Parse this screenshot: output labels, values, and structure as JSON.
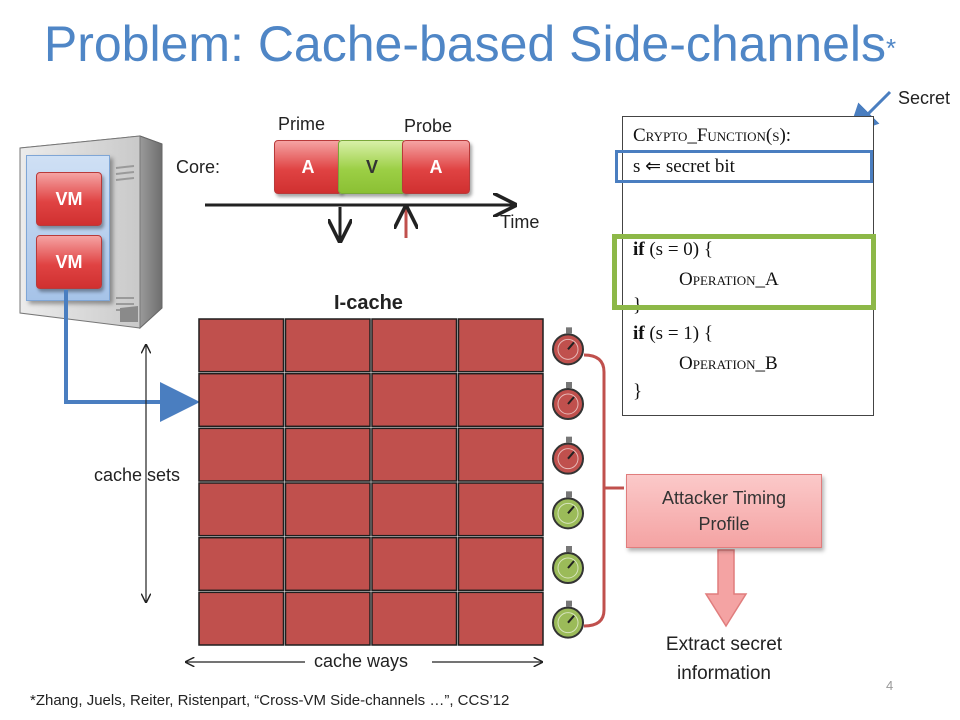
{
  "slide": {
    "title": "Problem: Cache-based Side-channels",
    "title_mark": "*",
    "page_number": "4",
    "footnote": "*Zhang, Juels, Reiter, Ristenpart, “Cross-VM Side-channels …”, CCS’12"
  },
  "server": {
    "vm_labels": [
      "VM",
      "VM"
    ]
  },
  "timeline": {
    "core_label": "Core:",
    "prime_label": "Prime",
    "probe_label": "Probe",
    "time_label": "Time",
    "blocks": [
      {
        "label": "A",
        "owner": "attacker",
        "color": "#e04343"
      },
      {
        "label": "V",
        "owner": "victim",
        "color": "#9ccf45"
      },
      {
        "label": "A",
        "owner": "attacker",
        "color": "#e04343"
      }
    ]
  },
  "cache": {
    "title": "I-cache",
    "sets_label": "cache sets",
    "ways_label": "cache ways",
    "rows": 6,
    "cols": 4,
    "cell_color": "#c0504d",
    "timers": [
      "slow",
      "slow",
      "slow",
      "fast",
      "fast",
      "fast"
    ],
    "timer_colors": {
      "slow": "#c0504d",
      "fast": "#9bbb59"
    }
  },
  "code": {
    "secret_label": "Secret",
    "lines": [
      {
        "text": "Crypto_Function(s):",
        "smallcaps": true
      },
      {
        "text": "s  secret bit",
        "arrow": true
      },
      {
        "text": "if (s = 0) {",
        "kw": "if"
      },
      {
        "text": "Operation_A",
        "smallcaps": true,
        "indent": true
      },
      {
        "text": "}"
      },
      {
        "text": "if (s = 1) {",
        "kw": "if"
      },
      {
        "text": "Operation_B",
        "smallcaps": true,
        "indent": true
      },
      {
        "text": "}"
      }
    ]
  },
  "profile": {
    "label": "Attacker Timing Profile",
    "result": "Extract secret information"
  },
  "colors": {
    "title_blue": "#4f86c6",
    "highlight_blue": "#4a7ec0",
    "highlight_green": "#8db848",
    "bracket_red": "#c0504d"
  }
}
